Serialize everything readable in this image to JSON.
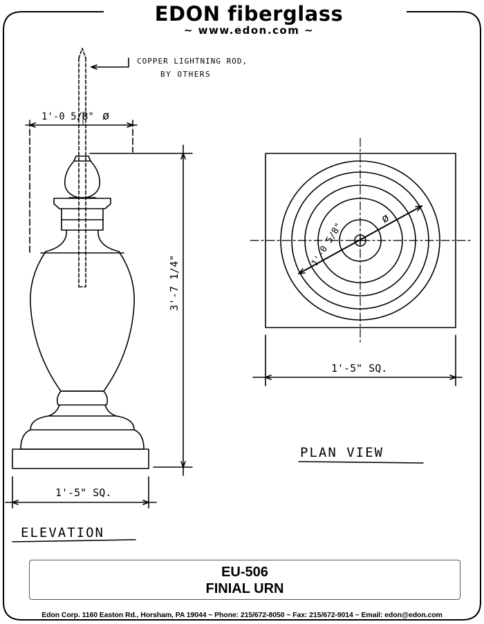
{
  "header": {
    "brand": "EDON fiberglass",
    "website": "~ www.edon.com ~"
  },
  "elevation": {
    "rod_note_line1": "COPPER LIGHTNING ROD,",
    "rod_note_line2": "BY OTHERS",
    "top_width_dim": "1'-0 5/8\"",
    "diameter_symbol": "ø",
    "height_dim": "3'-7 1/4\"",
    "base_dim": "1'-5\" SQ.",
    "label": "ELEVATION"
  },
  "plan": {
    "diameter_dim": "1'-0 5/8\"",
    "diameter_symbol": "ø",
    "width_dim": "1'-5\" SQ.",
    "label": "PLAN VIEW"
  },
  "title_block": {
    "code": "EU-506",
    "name": "FINIAL URN"
  },
  "footer": "Edon Corp. 1160 Easton Rd.,  Horsham, PA 19044 ~ Phone: 215/672-8050 ~ Fax:  215/672-9014 ~ Email: edon@edon.com"
}
